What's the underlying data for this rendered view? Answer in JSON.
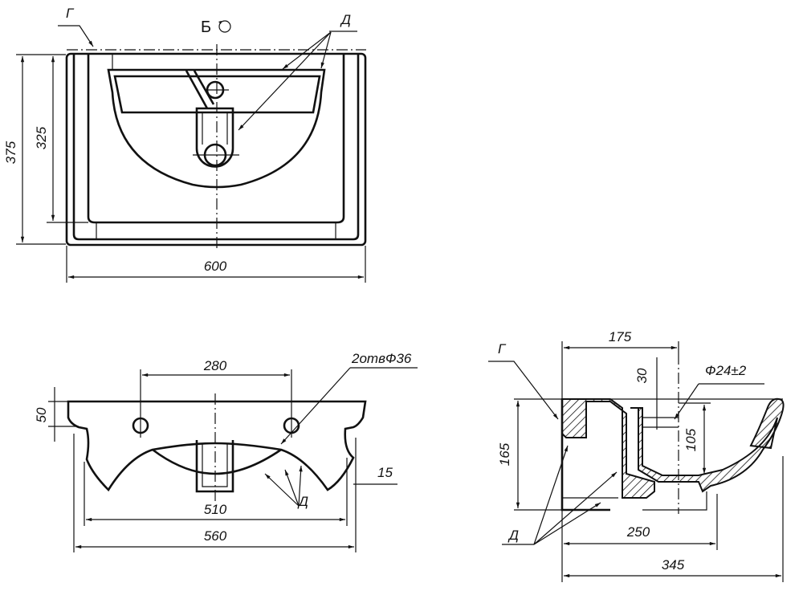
{
  "top_view": {
    "label_g": "Г",
    "label_view": "Б",
    "label_d": "Д",
    "dim_depth_total": "375",
    "dim_depth_inner": "325",
    "dim_width": "600"
  },
  "front_view": {
    "dim_hole_spacing": "280",
    "dim_holes_note": "2отвФ36",
    "dim_rim_height": "50",
    "dim_wall": "15",
    "dim_inner_width": "510",
    "dim_outer_width": "560",
    "label_d": "Д"
  },
  "side_view": {
    "label_g": "Г",
    "label_d": "Д",
    "dim_tap_offset": "175",
    "dim_hole_depth": "30",
    "dim_hole_diameter": "Ф24±2",
    "dim_height": "165",
    "dim_overflow": "105",
    "dim_base_depth": "250",
    "dim_total_depth": "345"
  }
}
